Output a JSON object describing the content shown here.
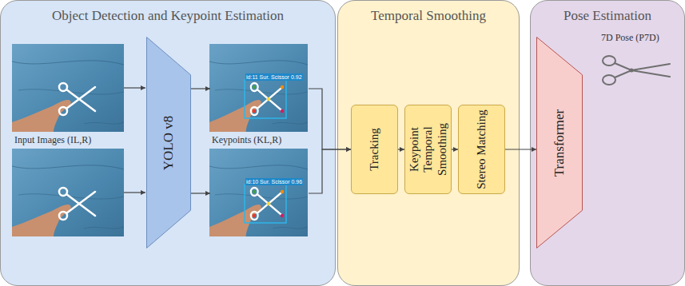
{
  "diagram": {
    "nodes": [
      {
        "text": [
          "Object Detection and Keypoint Estimation"
        ]
      },
      {
        "text": [
          "YOLO v8"
        ],
        "in": 0
      },
      {
        "text": [
          "id:11 Sur. Scissor 0.92"
        ],
        "in": 0
      },
      {
        "text": [
          "id:10 Sur. Scissor 0.96"
        ],
        "in": 0
      },
      {
        "text": [
          "Temporal Smoothing"
        ]
      },
      {
        "text": [
          "Tracking"
        ],
        "in": 4
      },
      {
        "text": [
          "Keypoint Temporal Smoothing"
        ],
        "in": 4
      },
      {
        "text": [
          "Stereo Matching"
        ],
        "in": 4
      },
      {
        "text": [
          "Pose Estimation"
        ]
      },
      {
        "text": [
          "Transformer"
        ],
        "in": 8
      }
    ],
    "edges": [
      {
        "from": 1,
        "to": 2,
        "arrow": "to"
      },
      {
        "from": 1,
        "to": 3,
        "arrow": "to"
      },
      {
        "from": 2,
        "to": 5,
        "arrow": "to"
      },
      {
        "from": 3,
        "to": 5,
        "arrow": "to"
      },
      {
        "from": 5,
        "to": 6,
        "arrow": "to"
      },
      {
        "from": 6,
        "to": 7,
        "arrow": "to"
      },
      {
        "from": 7,
        "to": 9,
        "arrow": "to"
      }
    ],
    "labels": [
      "Input Images (IL,R)",
      "Keypoints (KL,R)",
      "7D Pose (P7D)"
    ]
  }
}
